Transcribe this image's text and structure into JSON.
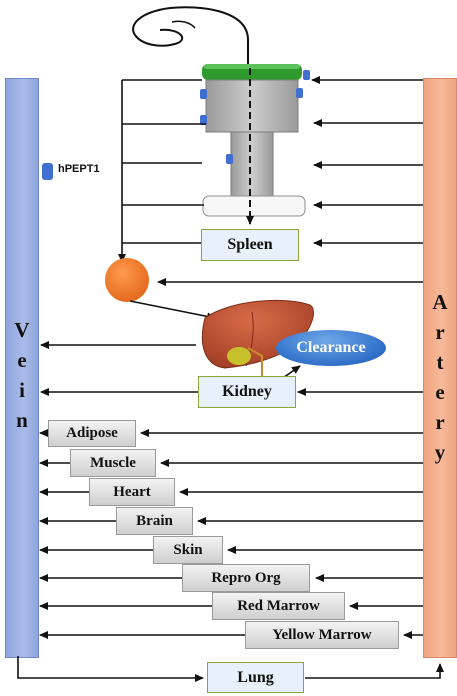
{
  "vein_label": [
    "V",
    "e",
    "i",
    "n"
  ],
  "artery_label": [
    "A",
    "r",
    "t",
    "e",
    "r",
    "y"
  ],
  "legend": {
    "label": "hPEPT1"
  },
  "organs": {
    "spleen": "Spleen",
    "kidney": "Kidney",
    "clearance": "Clearance",
    "lung": "Lung",
    "tissues": [
      "Adipose",
      "Muscle",
      "Heart",
      "Brain",
      "Skin",
      "Repro Org",
      "Red Marrow",
      "Yellow Marrow"
    ]
  },
  "colors": {
    "vein": "#8fa6dd",
    "artery": "#f0a47e",
    "transporter": "#3f6fd0",
    "lumen_cap": "#2e9a2e",
    "node": "#f07a2a",
    "clearance": "#2f6fc9"
  }
}
